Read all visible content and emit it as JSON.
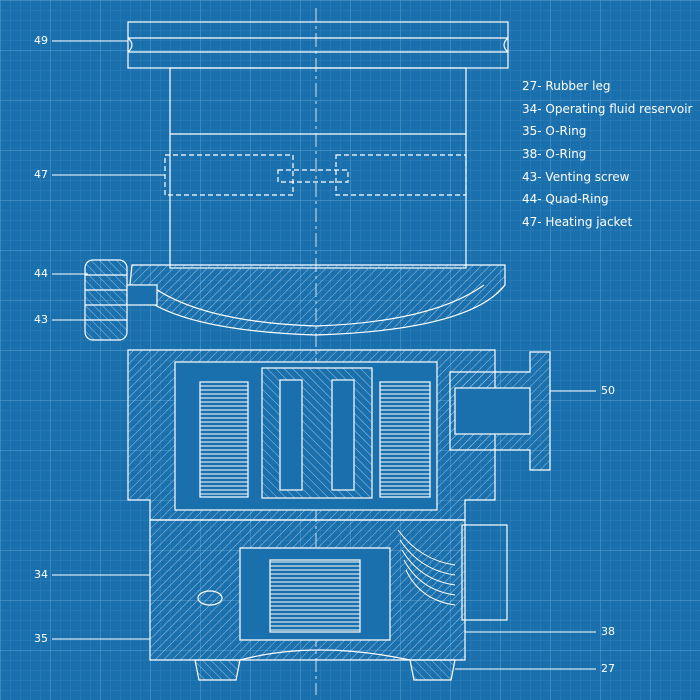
{
  "colors": {
    "background": "#1a70ad",
    "grid_minor": "#3f8cc2",
    "grid_major": "#5aa0d0",
    "line": "#ffffff",
    "hatch": "#a7cbe6"
  },
  "legend": {
    "items": [
      "27- Rubber leg",
      "34- Operating fluid reservoir",
      "35- O-Ring",
      "38- O-Ring",
      "43- Venting screw",
      "44- Quad-Ring",
      "47- Heating jacket"
    ]
  },
  "callouts": {
    "c49": "49",
    "c47": "47",
    "c44": "44",
    "c43": "43",
    "c34": "34",
    "c35": "35",
    "c50": "50",
    "c38": "38",
    "c27": "27"
  }
}
